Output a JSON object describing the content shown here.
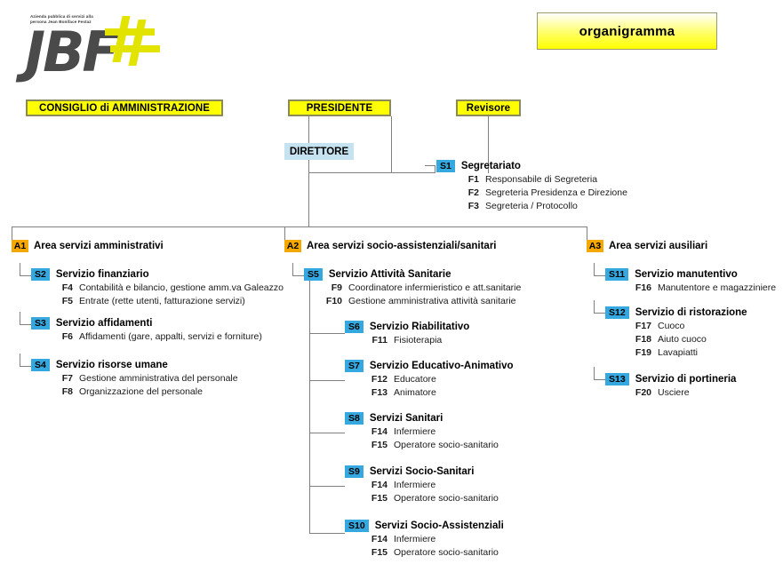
{
  "logo": {
    "tagline": "Azienda pubblica di servizi alla persona Jean Boniface Festaz",
    "wordmark": "JBF"
  },
  "title": {
    "text": "organigramma"
  },
  "top": {
    "cda": "CONSIGLIO di AMMINISTRAZIONE",
    "presidente": "PRESIDENTE",
    "revisore": "Revisore",
    "direttore": "DIRETTORE"
  },
  "segretariato": {
    "code": "S1",
    "title": "Segretariato",
    "functions": [
      {
        "code": "F1",
        "label": "Responsabile di Segreteria"
      },
      {
        "code": "F2",
        "label": "Segreteria Presidenza e Direzione"
      },
      {
        "code": "F3",
        "label": "Segreteria / Protocollo"
      }
    ]
  },
  "areas": [
    {
      "code": "A1",
      "title": "Area servizi amministrativi",
      "services": [
        {
          "code": "S2",
          "title": "Servizio finanziario",
          "functions": [
            {
              "code": "F4",
              "label": "Contabilità e bilancio, gestione amm.va Galeazzo"
            },
            {
              "code": "F5",
              "label": "Entrate (rette utenti, fatturazione servizi)"
            }
          ]
        },
        {
          "code": "S3",
          "title": "Servizio affidamenti",
          "functions": [
            {
              "code": "F6",
              "label": "Affidamenti (gare, appalti, servizi e forniture)"
            }
          ]
        },
        {
          "code": "S4",
          "title": "Servizio risorse umane",
          "functions": [
            {
              "code": "F7",
              "label": "Gestione amministrativa del personale"
            },
            {
              "code": "F8",
              "label": "Organizzazione del personale"
            }
          ]
        }
      ]
    },
    {
      "code": "A2",
      "title": "Area servizi socio-assistenziali/sanitari",
      "services": [
        {
          "code": "S5",
          "title": "Servizio Attività Sanitarie",
          "functions": [
            {
              "code": "F9",
              "label": "Coordinatore infermieristico e att.sanitarie"
            },
            {
              "code": "F10",
              "label": "Gestione amministrativa attività sanitarie"
            }
          ]
        },
        {
          "code": "S6",
          "title": "Servizio Riabilitativo",
          "functions": [
            {
              "code": "F11",
              "label": "Fisioterapia"
            }
          ]
        },
        {
          "code": "S7",
          "title": "Servizio Educativo-Animativo",
          "functions": [
            {
              "code": "F12",
              "label": "Educatore"
            },
            {
              "code": "F13",
              "label": "Animatore"
            }
          ]
        },
        {
          "code": "S8",
          "title": "Servizi Sanitari",
          "functions": [
            {
              "code": "F14",
              "label": "Infermiere"
            },
            {
              "code": "F15",
              "label": "Operatore socio-sanitario"
            }
          ]
        },
        {
          "code": "S9",
          "title": "Servizi Socio-Sanitari",
          "functions": [
            {
              "code": "F14",
              "label": "Infermiere"
            },
            {
              "code": "F15",
              "label": "Operatore socio-sanitario"
            }
          ]
        },
        {
          "code": "S10",
          "title": "Servizi Socio-Assistenziali",
          "functions": [
            {
              "code": "F14",
              "label": "Infermiere"
            },
            {
              "code": "F15",
              "label": "Operatore socio-sanitario"
            }
          ]
        }
      ]
    },
    {
      "code": "A3",
      "title": "Area servizi ausiliari",
      "services": [
        {
          "code": "S11",
          "title": "Servizio manutentivo",
          "functions": [
            {
              "code": "F16",
              "label": "Manutentore e magazziniere"
            }
          ]
        },
        {
          "code": "S12",
          "title": "Servizio di ristorazione",
          "functions": [
            {
              "code": "F17",
              "label": "Cuoco"
            },
            {
              "code": "F18",
              "label": "Aiuto cuoco"
            },
            {
              "code": "F19",
              "label": "Lavapiatti"
            }
          ]
        },
        {
          "code": "S13",
          "title": "Servizio di portineria",
          "functions": [
            {
              "code": "F20",
              "label": "Usciere"
            }
          ]
        }
      ]
    }
  ],
  "colors": {
    "badge_area": "#f5a800",
    "badge_service": "#35a8e0",
    "box_yellow": "#ffff00",
    "box_blue": "#c5e2f0",
    "line": "#808080"
  }
}
